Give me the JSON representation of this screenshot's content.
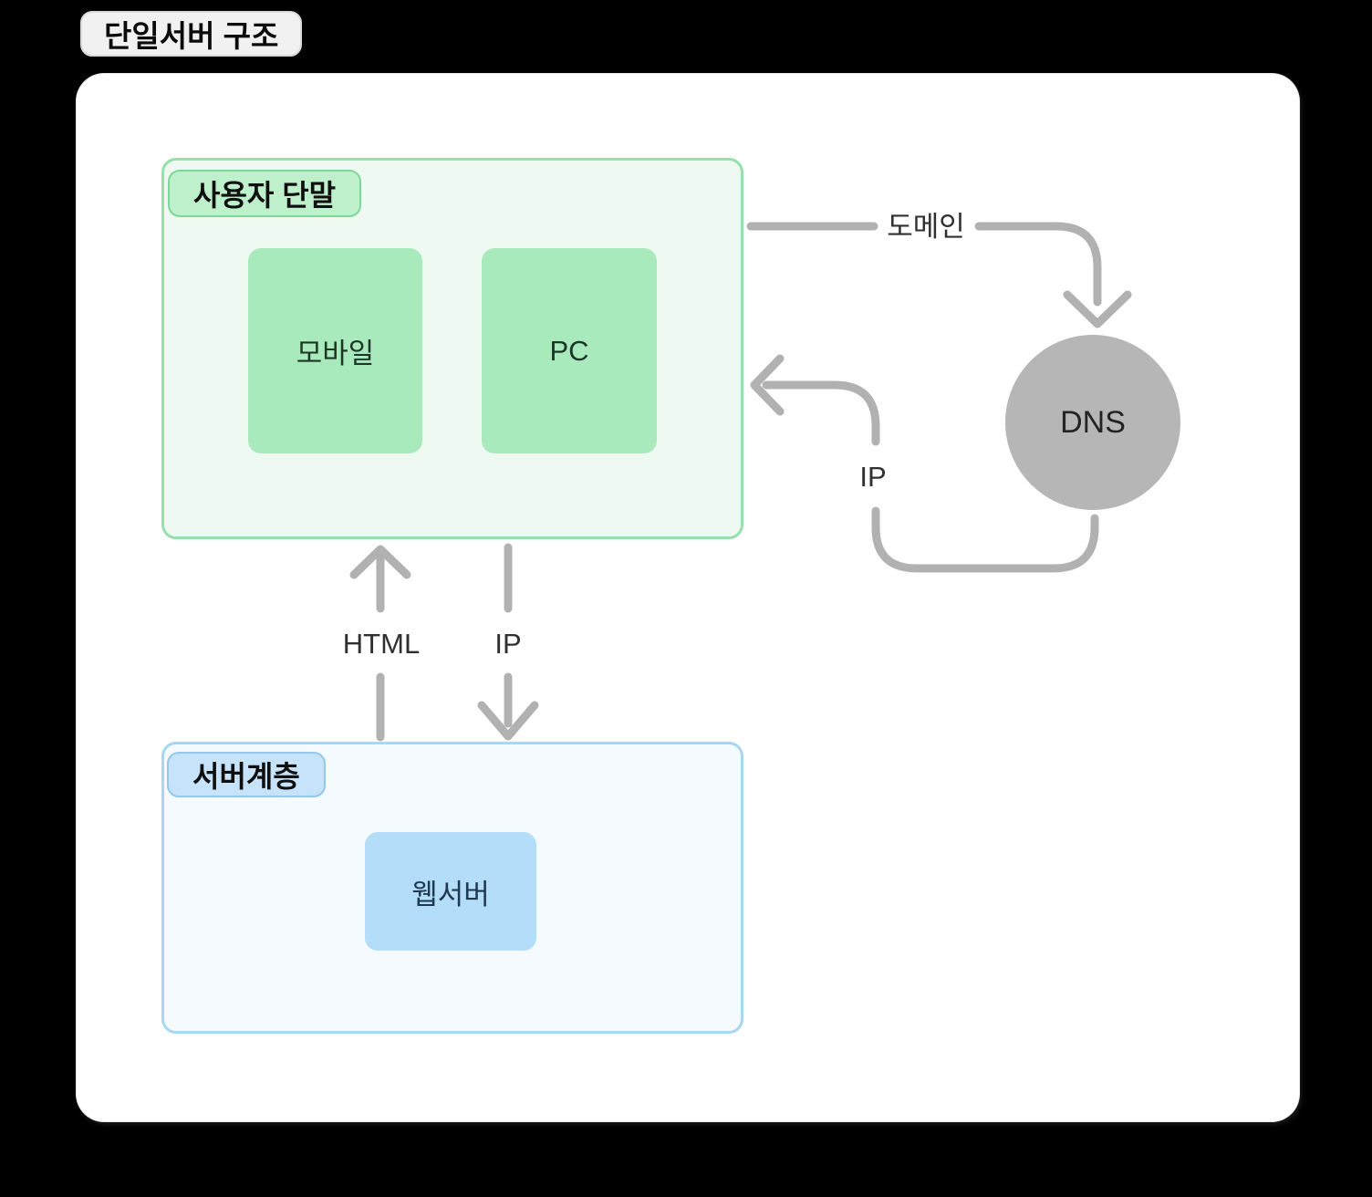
{
  "title": "단일서버 구조",
  "groups": {
    "user_terminal": {
      "label": "사용자 단말",
      "fill": "#eefaf1",
      "border": "#96e0ab",
      "badge_fill": "#bff0cc",
      "badge_border": "#7bd898",
      "nodes": [
        {
          "label": "모바일",
          "fill": "#a9eabd"
        },
        {
          "label": "PC",
          "fill": "#a9eabd"
        }
      ]
    },
    "server_tier": {
      "label": "서버계층",
      "fill": "#f4fafe",
      "border": "#a8d7f4",
      "badge_fill": "#c6e3f9",
      "badge_border": "#93c8eb",
      "nodes": [
        {
          "label": "웹서버",
          "fill": "#b3ddf8"
        }
      ]
    }
  },
  "dns": {
    "label": "DNS",
    "fill": "#b6b6b6"
  },
  "edges": {
    "arrow_color": "#b1b1b1",
    "domain_request": {
      "label": "도메인",
      "from": "user-terminal",
      "to": "dns"
    },
    "ip_return": {
      "label": "IP",
      "from": "dns",
      "to": "user-terminal"
    },
    "html_response": {
      "label": "HTML",
      "from": "server-tier",
      "to": "user-terminal"
    },
    "ip_request": {
      "label": "IP",
      "from": "user-terminal",
      "to": "server-tier"
    }
  }
}
